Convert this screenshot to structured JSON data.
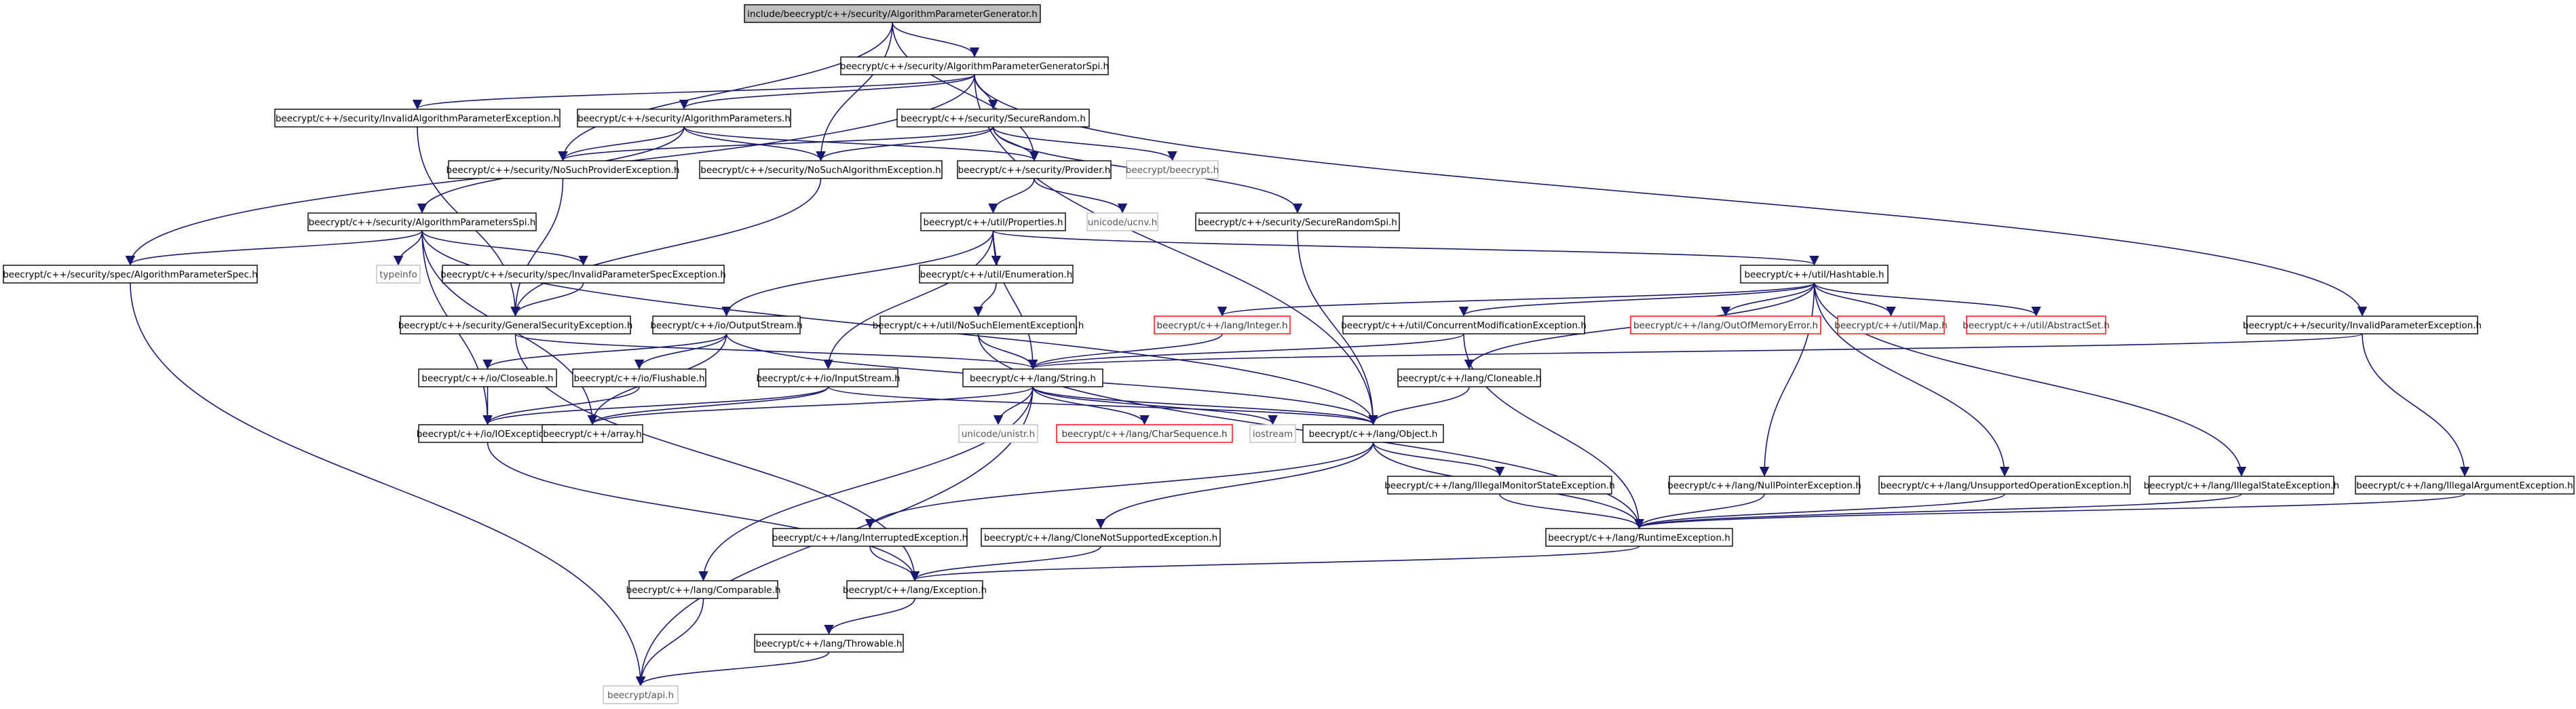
{
  "colors": {
    "edge": "#191970",
    "node_border": "#000000",
    "node_text": "#000000",
    "external_border": "#bfbfbf",
    "external_text": "#555555",
    "missing_border": "#ff0000",
    "missing_text": "#333333",
    "root_fill": "#bfbfbf",
    "node_fill": "#ffffff"
  },
  "nodes": [
    {
      "id": "root",
      "label": "include/beecrypt/c++/security/AlgorithmParameterGenerator.h",
      "kind": "root"
    },
    {
      "id": "apgspi",
      "label": "beecrypt/c++/security/AlgorithmParameterGeneratorSpi.h",
      "kind": "normal"
    },
    {
      "id": "iape",
      "label": "beecrypt/c++/security/InvalidAlgorithmParameterException.h",
      "kind": "normal"
    },
    {
      "id": "ap",
      "label": "beecrypt/c++/security/AlgorithmParameters.h",
      "kind": "normal"
    },
    {
      "id": "sr",
      "label": "beecrypt/c++/security/SecureRandom.h",
      "kind": "normal"
    },
    {
      "id": "nspe",
      "label": "beecrypt/c++/security/NoSuchProviderException.h",
      "kind": "normal"
    },
    {
      "id": "nsae",
      "label": "beecrypt/c++/security/NoSuchAlgorithmException.h",
      "kind": "normal"
    },
    {
      "id": "prov",
      "label": "beecrypt/c++/security/Provider.h",
      "kind": "normal"
    },
    {
      "id": "bc",
      "label": "beecrypt/beecrypt.h",
      "kind": "external"
    },
    {
      "id": "ucnv",
      "label": "unicode/ucnv.h",
      "kind": "external"
    },
    {
      "id": "props",
      "label": "beecrypt/c++/util/Properties.h",
      "kind": "normal"
    },
    {
      "id": "srspi",
      "label": "beecrypt/c++/security/SecureRandomSpi.h",
      "kind": "normal"
    },
    {
      "id": "apspi",
      "label": "beecrypt/c++/security/AlgorithmParametersSpi.h",
      "kind": "normal"
    },
    {
      "id": "aps",
      "label": "beecrypt/c++/security/spec/AlgorithmParameterSpec.h",
      "kind": "normal"
    },
    {
      "id": "typeinfo",
      "label": "typeinfo",
      "kind": "external"
    },
    {
      "id": "ipse",
      "label": "beecrypt/c++/security/spec/InvalidParameterSpecException.h",
      "kind": "normal"
    },
    {
      "id": "enum",
      "label": "beecrypt/c++/util/Enumeration.h",
      "kind": "normal"
    },
    {
      "id": "ht",
      "label": "beecrypt/c++/util/Hashtable.h",
      "kind": "normal"
    },
    {
      "id": "gse",
      "label": "beecrypt/c++/security/GeneralSecurityException.h",
      "kind": "normal"
    },
    {
      "id": "os",
      "label": "beecrypt/c++/io/OutputStream.h",
      "kind": "normal"
    },
    {
      "id": "nsee",
      "label": "beecrypt/c++/util/NoSuchElementException.h",
      "kind": "normal"
    },
    {
      "id": "int",
      "label": "beecrypt/c++/lang/Integer.h",
      "kind": "missing"
    },
    {
      "id": "cme",
      "label": "beecrypt/c++/util/ConcurrentModificationException.h",
      "kind": "normal"
    },
    {
      "id": "oome",
      "label": "beecrypt/c++/lang/OutOfMemoryError.h",
      "kind": "missing"
    },
    {
      "id": "map",
      "label": "beecrypt/c++/util/Map.h",
      "kind": "missing"
    },
    {
      "id": "aset",
      "label": "beecrypt/c++/util/AbstractSet.h",
      "kind": "missing"
    },
    {
      "id": "ipe",
      "label": "beecrypt/c++/security/InvalidParameterException.h",
      "kind": "normal"
    },
    {
      "id": "clos",
      "label": "beecrypt/c++/io/Closeable.h",
      "kind": "normal"
    },
    {
      "id": "flush",
      "label": "beecrypt/c++/io/Flushable.h",
      "kind": "normal"
    },
    {
      "id": "is",
      "label": "beecrypt/c++/io/InputStream.h",
      "kind": "normal"
    },
    {
      "id": "str",
      "label": "beecrypt/c++/lang/String.h",
      "kind": "normal"
    },
    {
      "id": "clon",
      "label": "beecrypt/c++/lang/Cloneable.h",
      "kind": "normal"
    },
    {
      "id": "ioe",
      "label": "beecrypt/c++/io/IOException.h",
      "kind": "normal"
    },
    {
      "id": "arr",
      "label": "beecrypt/c++/array.h",
      "kind": "normal"
    },
    {
      "id": "unistr",
      "label": "unicode/unistr.h",
      "kind": "external"
    },
    {
      "id": "cs",
      "label": "beecrypt/c++/lang/CharSequence.h",
      "kind": "missing"
    },
    {
      "id": "iostream",
      "label": "iostream",
      "kind": "external"
    },
    {
      "id": "obj",
      "label": "beecrypt/c++/lang/Object.h",
      "kind": "normal"
    },
    {
      "id": "imse",
      "label": "beecrypt/c++/lang/IllegalMonitorStateException.h",
      "kind": "normal"
    },
    {
      "id": "npe",
      "label": "beecrypt/c++/lang/NullPointerException.h",
      "kind": "normal"
    },
    {
      "id": "uoe",
      "label": "beecrypt/c++/lang/UnsupportedOperationException.h",
      "kind": "normal"
    },
    {
      "id": "ise",
      "label": "beecrypt/c++/lang/IllegalStateException.h",
      "kind": "normal"
    },
    {
      "id": "iae",
      "label": "beecrypt/c++/lang/IllegalArgumentException.h",
      "kind": "normal"
    },
    {
      "id": "ie",
      "label": "beecrypt/c++/lang/InterruptedException.h",
      "kind": "normal"
    },
    {
      "id": "cnse",
      "label": "beecrypt/c++/lang/CloneNotSupportedException.h",
      "kind": "normal"
    },
    {
      "id": "rte",
      "label": "beecrypt/c++/lang/RuntimeException.h",
      "kind": "normal"
    },
    {
      "id": "cmp",
      "label": "beecrypt/c++/lang/Comparable.h",
      "kind": "normal"
    },
    {
      "id": "exc",
      "label": "beecrypt/c++/lang/Exception.h",
      "kind": "normal"
    },
    {
      "id": "thr",
      "label": "beecrypt/c++/lang/Throwable.h",
      "kind": "normal"
    },
    {
      "id": "api",
      "label": "beecrypt/api.h",
      "kind": "external"
    }
  ],
  "edges": [
    [
      "root",
      "apgspi"
    ],
    [
      "root",
      "nspe"
    ],
    [
      "root",
      "nsae"
    ],
    [
      "root",
      "prov"
    ],
    [
      "apgspi",
      "iape"
    ],
    [
      "apgspi",
      "ap"
    ],
    [
      "apgspi",
      "sr"
    ],
    [
      "apgspi",
      "aps"
    ],
    [
      "apgspi",
      "ipe"
    ],
    [
      "apgspi",
      "obj"
    ],
    [
      "iape",
      "gse"
    ],
    [
      "ap",
      "apspi"
    ],
    [
      "ap",
      "nspe"
    ],
    [
      "ap",
      "nsae"
    ],
    [
      "ap",
      "prov"
    ],
    [
      "sr",
      "nspe"
    ],
    [
      "sr",
      "nsae"
    ],
    [
      "sr",
      "prov"
    ],
    [
      "sr",
      "bc"
    ],
    [
      "sr",
      "srspi"
    ],
    [
      "nspe",
      "gse"
    ],
    [
      "nsae",
      "gse"
    ],
    [
      "prov",
      "props"
    ],
    [
      "prov",
      "ucnv"
    ],
    [
      "props",
      "enum"
    ],
    [
      "props",
      "ht"
    ],
    [
      "props",
      "os"
    ],
    [
      "props",
      "is"
    ],
    [
      "props",
      "str"
    ],
    [
      "srspi",
      "obj"
    ],
    [
      "apspi",
      "aps"
    ],
    [
      "apspi",
      "typeinfo"
    ],
    [
      "apspi",
      "ipse"
    ],
    [
      "apspi",
      "arr"
    ],
    [
      "apspi",
      "ioe"
    ],
    [
      "apspi",
      "obj"
    ],
    [
      "ipse",
      "gse"
    ],
    [
      "aps",
      "api"
    ],
    [
      "enum",
      "nsee"
    ],
    [
      "ht",
      "int"
    ],
    [
      "ht",
      "cme"
    ],
    [
      "ht",
      "oome"
    ],
    [
      "ht",
      "map"
    ],
    [
      "ht",
      "aset"
    ],
    [
      "ht",
      "clon"
    ],
    [
      "ht",
      "npe"
    ],
    [
      "ht",
      "uoe"
    ],
    [
      "ht",
      "ise"
    ],
    [
      "gse",
      "str"
    ],
    [
      "gse",
      "exc"
    ],
    [
      "os",
      "clos"
    ],
    [
      "os",
      "flush"
    ],
    [
      "os",
      "arr"
    ],
    [
      "os",
      "obj"
    ],
    [
      "nsee",
      "str"
    ],
    [
      "nsee",
      "rte"
    ],
    [
      "int",
      "str"
    ],
    [
      "cme",
      "str"
    ],
    [
      "cme",
      "rte"
    ],
    [
      "ipe",
      "str"
    ],
    [
      "ipe",
      "iae"
    ],
    [
      "clos",
      "ioe"
    ],
    [
      "flush",
      "ioe"
    ],
    [
      "is",
      "ioe"
    ],
    [
      "is",
      "arr"
    ],
    [
      "is",
      "obj"
    ],
    [
      "str",
      "arr"
    ],
    [
      "str",
      "unistr"
    ],
    [
      "str",
      "cs"
    ],
    [
      "str",
      "iostream"
    ],
    [
      "str",
      "obj"
    ],
    [
      "str",
      "cmp"
    ],
    [
      "str",
      "api"
    ],
    [
      "clon",
      "obj"
    ],
    [
      "ioe",
      "exc"
    ],
    [
      "obj",
      "imse"
    ],
    [
      "obj",
      "ie"
    ],
    [
      "obj",
      "cnse"
    ],
    [
      "obj",
      "rte"
    ],
    [
      "imse",
      "rte"
    ],
    [
      "npe",
      "rte"
    ],
    [
      "uoe",
      "rte"
    ],
    [
      "ise",
      "rte"
    ],
    [
      "iae",
      "rte"
    ],
    [
      "ie",
      "exc"
    ],
    [
      "cnse",
      "exc"
    ],
    [
      "rte",
      "exc"
    ],
    [
      "cmp",
      "api"
    ],
    [
      "exc",
      "thr"
    ],
    [
      "thr",
      "api"
    ]
  ]
}
